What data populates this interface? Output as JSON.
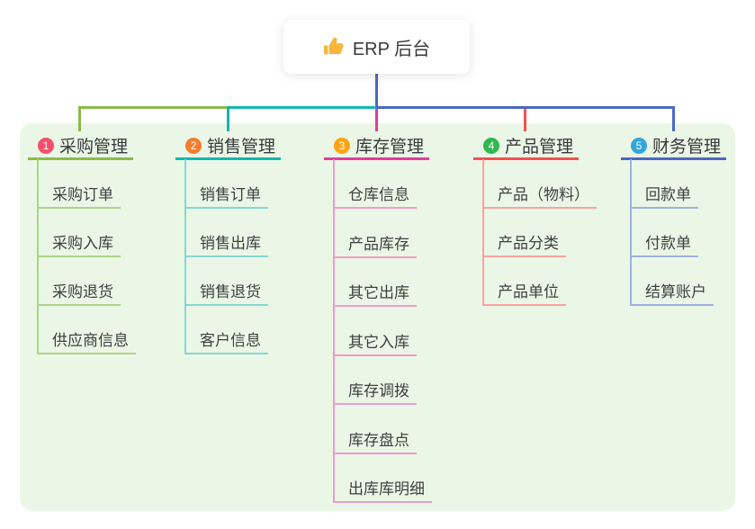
{
  "root": {
    "label": "ERP 后台",
    "icon": "thumbs-up-icon"
  },
  "branches": [
    {
      "badge": "1",
      "label": "采购管理",
      "line_color": "#89bb4a",
      "leaf_line_color": "#acd489",
      "badge_color": "#f4506b",
      "items": [
        "采购订单",
        "采购入库",
        "采购退货",
        "供应商信息"
      ]
    },
    {
      "badge": "2",
      "label": "销售管理",
      "line_color": "#12b7b0",
      "leaf_line_color": "#84d8d2",
      "badge_color": "#f57d2c",
      "items": [
        "销售订单",
        "销售出库",
        "销售退货",
        "客户信息"
      ]
    },
    {
      "badge": "3",
      "label": "库存管理",
      "line_color": "#e23a9d",
      "leaf_line_color": "#f09acb",
      "badge_color": "#fca312",
      "items": [
        "仓库信息",
        "产品库存",
        "其它出库",
        "其它入库",
        "库存调拨",
        "库存盘点",
        "出库库明细"
      ]
    },
    {
      "badge": "4",
      "label": "产品管理",
      "line_color": "#f4504f",
      "leaf_line_color": "#f9a2a0",
      "badge_color": "#31b850",
      "items": [
        "产品（物料）",
        "产品分类",
        "产品单位"
      ]
    },
    {
      "badge": "5",
      "label": "财务管理",
      "line_color": "#4a68c4",
      "leaf_line_color": "#9fb0e0",
      "badge_color": "#32a6dc",
      "items": [
        "回款单",
        "付款单",
        "结算账户"
      ]
    }
  ],
  "colors": {
    "panel_background": "#ebf7e6",
    "root_connector": "#4a68c4",
    "card_background": "#ffffff",
    "text": "#3d4044",
    "thumb_icon": "#f6b73c"
  }
}
